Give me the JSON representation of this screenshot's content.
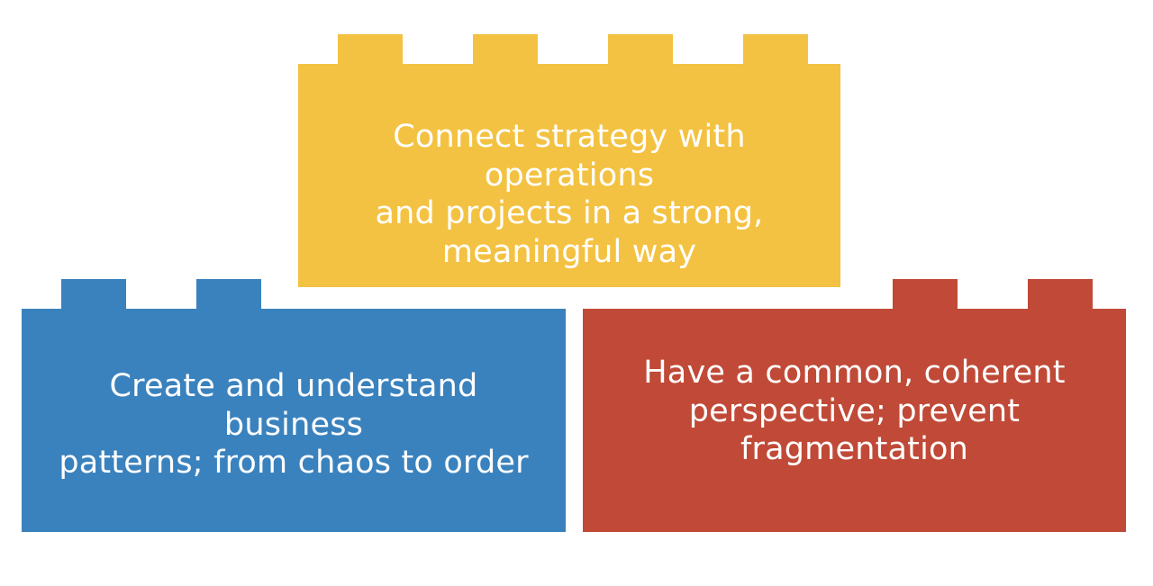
{
  "bricks": {
    "yellow": {
      "color": "#F4C242",
      "lines": [
        "Connect strategy with operations",
        "and projects in a strong,",
        "meaningful way"
      ]
    },
    "blue": {
      "color": "#3A82BE",
      "lines": [
        "Create and understand business",
        "patterns; from chaos to order"
      ]
    },
    "red": {
      "color": "#C04A37",
      "lines": [
        "Have a common, coherent",
        "perspective; prevent",
        "fragmentation"
      ]
    }
  }
}
